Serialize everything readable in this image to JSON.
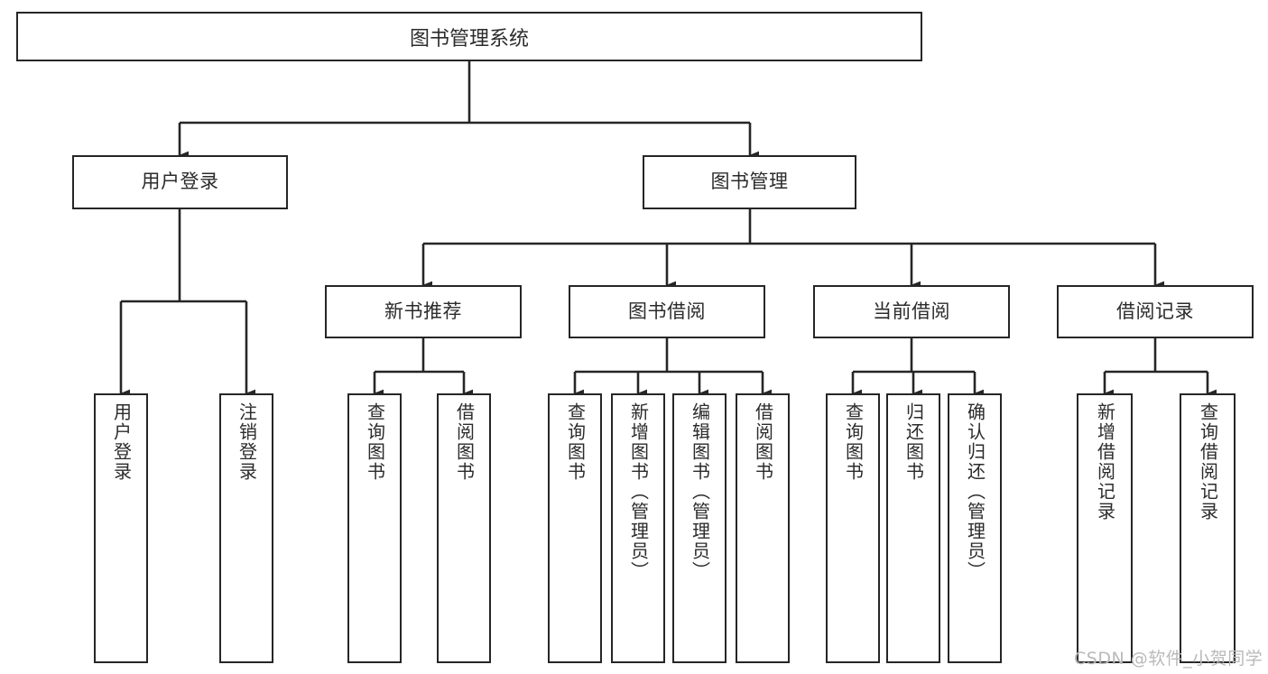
{
  "diagram": {
    "title_node": "图书管理系统",
    "watermark": "CSDN @软件_小贺同学",
    "stroke_color": "#262626",
    "text_color": "#2b2b2b",
    "background": "#ffffff",
    "level2": [
      {
        "label": "用户登录"
      },
      {
        "label": "图书管理"
      }
    ],
    "level3": [
      {
        "label": "新书推荐"
      },
      {
        "label": "图书借阅"
      },
      {
        "label": "当前借阅"
      },
      {
        "label": "借阅记录"
      }
    ],
    "leaves": {
      "user_login": [
        {
          "label": "用户登录"
        },
        {
          "label": "注销登录"
        }
      ],
      "new_book": [
        {
          "label": "查询图书"
        },
        {
          "label": "借阅图书"
        }
      ],
      "borrow_book": [
        {
          "label": "查询图书"
        },
        {
          "label": "新增图书（管理员）"
        },
        {
          "label": "编辑图书（管理员）"
        },
        {
          "label": "借阅图书"
        }
      ],
      "current_borrow": [
        {
          "label": "查询图书"
        },
        {
          "label": "归还图书"
        },
        {
          "label": "确认归还（管理员）"
        }
      ],
      "borrow_record": [
        {
          "label": "新增借阅记录"
        },
        {
          "label": "查询借阅记录"
        }
      ]
    }
  }
}
